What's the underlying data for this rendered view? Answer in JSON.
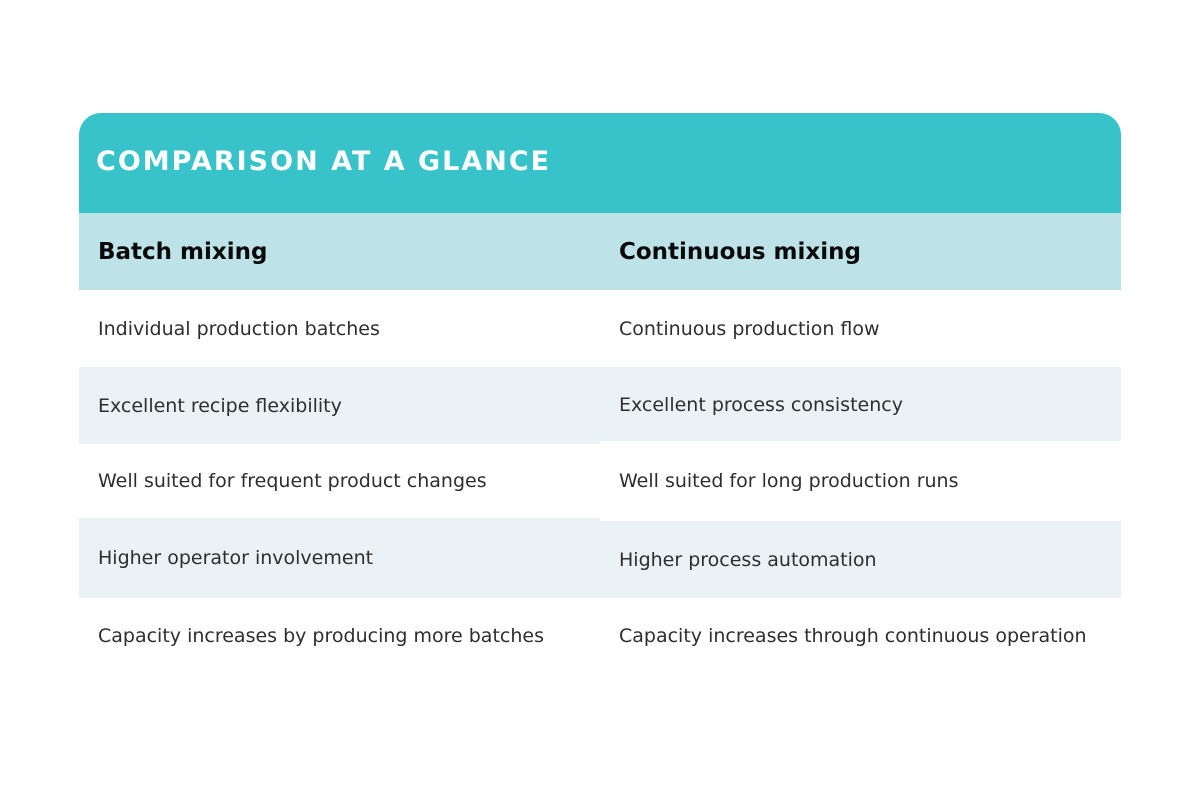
{
  "title": "COMPARISON AT A GLANCE",
  "headers": {
    "left": "Batch mixing",
    "right": "Continuous mixing"
  },
  "rows": [
    {
      "left": "Individual production batches",
      "right": "Continuous production flow"
    },
    {
      "left": "Excellent recipe flexibility",
      "right": "Excellent process consistency"
    },
    {
      "left": "Well suited for frequent product changes",
      "right": "Well suited for long production runs"
    },
    {
      "left": "Higher operator involvement",
      "right": "Higher process automation"
    },
    {
      "left": "Capacity increases by producing more batches",
      "right": "Capacity increases through continuous operation"
    }
  ],
  "colors": {
    "title_bar": "#38c2c9",
    "header_row": "#bde3e8",
    "alt_row": "#eaf2f6"
  }
}
